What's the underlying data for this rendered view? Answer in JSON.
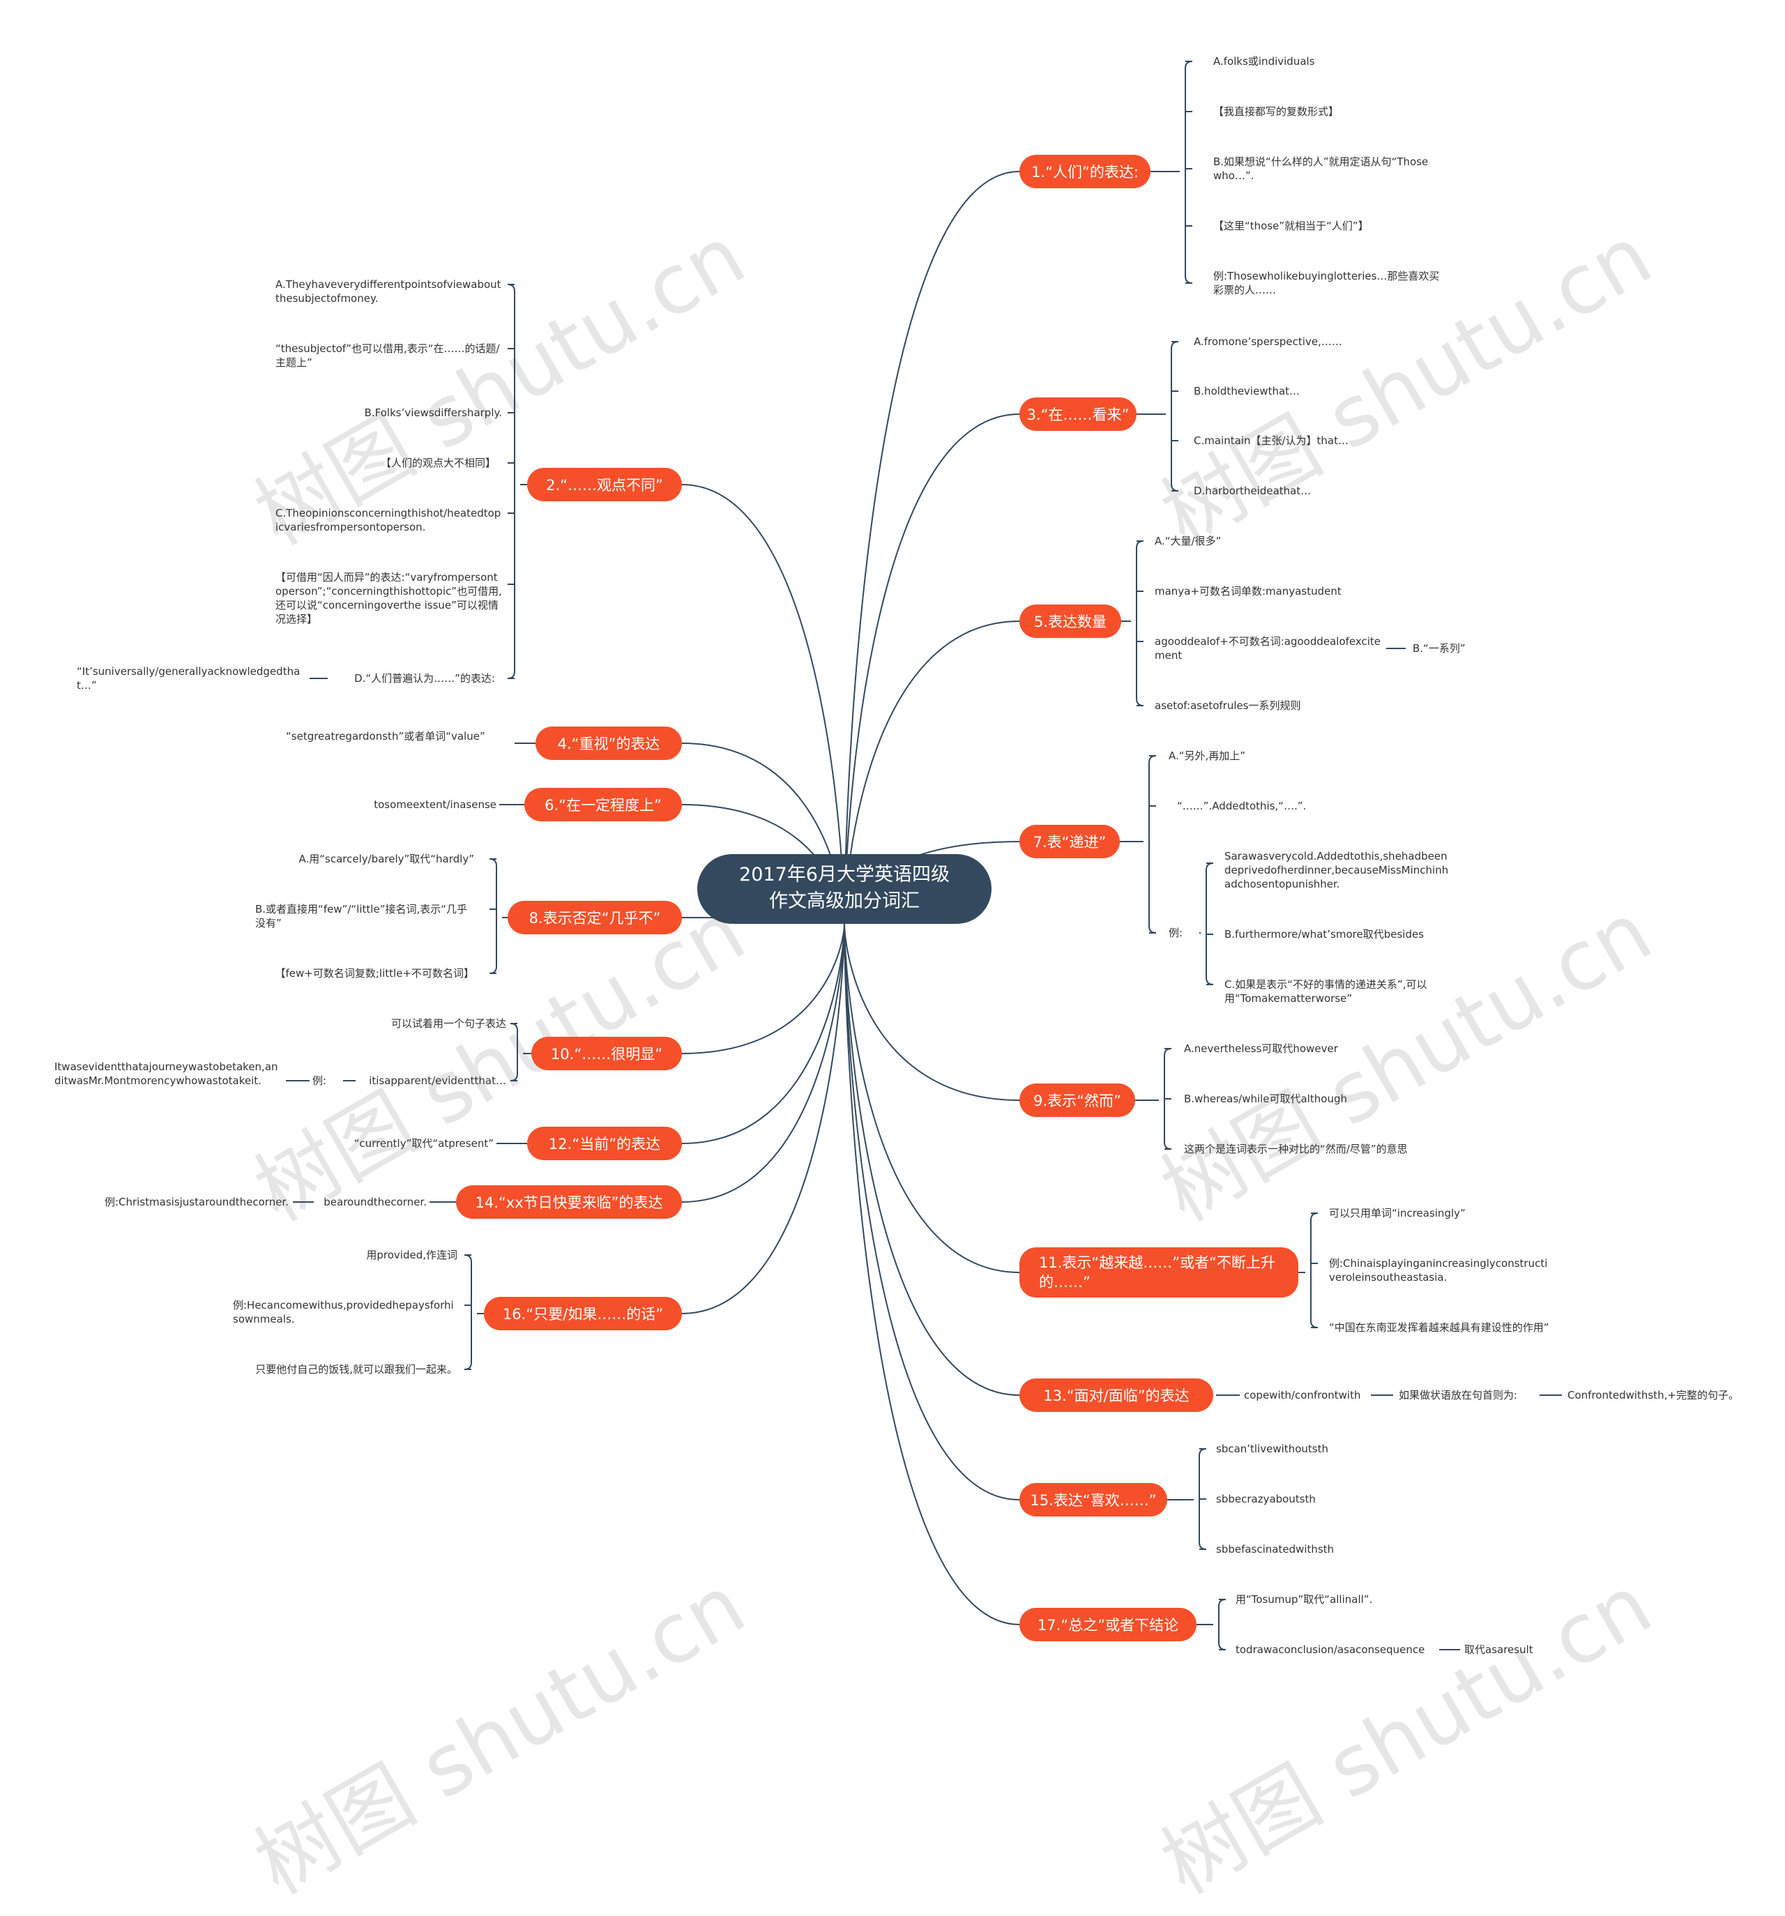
{
  "root": {
    "line1": "2017年6月大学英语四级",
    "line2": "作文高级加分词汇"
  },
  "watermark": "树图 shutu.cn",
  "colors": {
    "root": "#34495e",
    "branch": "#f5502a",
    "line": "#34495e",
    "leaf_text": "#333333"
  },
  "branches": [
    {
      "label": "1.“人们”的表达:",
      "children": [
        "A.folks或individuals",
        "【我直接都写的复数形式】",
        "B.如果想说“什么样的人”就用定语从句“Thosewho…”.",
        "【这里“those”就相当于“人们”】",
        "例:Thosewholikebuyinglotteries…那些喜欢买彩票的人……"
      ]
    },
    {
      "label": "2.“……观点不同”",
      "children": [
        "A.Theyhaveverydifferentpointsofviewaboutthesubjectofmoney.",
        "“thesubjectof”也可以借用,表示“在……的话题/主题上”",
        "B.Folks’viewsdiffersharply.",
        "【人们的观点大不相同】",
        "C.Theopinionsconcerningthishot/heatedtopicvariesfrompersontoperson.",
        "【可借用“因人而异”的表达:“varyfrompersontoperson”;“concerningthishottopic”也可借用,还可以说“concerningoverthe issue”可以视情况选择】",
        "D.“人们普遍认为……”的表达:",
        "“It’suniversally/generallyacknowledgedthat…”"
      ]
    },
    {
      "label": "3.“在……看来”",
      "children": [
        "A.fromone’sperspective,……",
        "B.holdtheviewthat…",
        "C.maintain【主张/认为】that…",
        "D.harbortheideathat…"
      ]
    },
    {
      "label": "4.“重视”的表达",
      "children": [
        "“setgreatregardonsth”或者单词“value”"
      ]
    },
    {
      "label": "5.表达数量",
      "children": [
        "A.“大量/很多”",
        "manya+可数名词单数:manyastudent",
        "agooddealof+不可数名词:agooddealofexcitement",
        "B.“一系列”",
        "asetof:asetofrules一系列规则"
      ]
    },
    {
      "label": "6.“在一定程度上”",
      "children": [
        "tosomeextent/inasense"
      ]
    },
    {
      "label": "7.表“递进”",
      "children": [
        "A.“另外,再加上”",
        "“……”.Addedtothis,“….”.",
        "例:",
        "Sarawasverycold.Addedtothis,shehadbeendeprivedofherdinner,becauseMissMinchinhadchosentopunishher.",
        "B.furthermore/what’smore取代besides",
        "C.如果是表示“不好的事情的递进关系”,可以用“Tomakematterworse”"
      ]
    },
    {
      "label": "8.表示否定“几乎不”",
      "children": [
        "A.用“scarcely/barely”取代“hardly”",
        "B.或者直接用“few”/“little”接名词,表示“几乎没有”",
        "【few+可数名词复数;little+不可数名词】"
      ]
    },
    {
      "label": "9.表示“然而”",
      "children": [
        "A.nevertheless可取代however",
        "B.whereas/while可取代although",
        "这两个是连词表示一种对比的“然而/尽管”的意思"
      ]
    },
    {
      "label": "10.“……很明显”",
      "children": [
        "可以试着用一个句子表达",
        "itisapparent/evidentthat…",
        "例:",
        "Itwasevidentthatajourneywastobetaken,anditwasMr.Montmorencywhowastotakeit."
      ]
    },
    {
      "label": "11.表示“越来越……”或者“不断上升的……”",
      "children": [
        "可以只用单词“increasingly”",
        "例:Chinaisplayinganincreasinglyconstructiveroleinsoutheastasia.",
        "“中国在东南亚发挥着越来越具有建设性的作用”"
      ]
    },
    {
      "label": "12.“当前”的表达",
      "children": [
        "“currently”取代“atpresent”"
      ]
    },
    {
      "label": "13.“面对/面临”的表达",
      "children": [
        "copewith/confrontwith",
        "如果做状语放在句首则为:",
        "Confrontedwithsth,+完整的句子。"
      ]
    },
    {
      "label": "14.“xx节日快要来临”的表达",
      "children": [
        "bearoundthecorner.",
        "例:Christmasisjustaroundthecorner."
      ]
    },
    {
      "label": "15.表达“喜欢……”",
      "children": [
        "sbcan’tlivewithoutsth",
        "sbbecrazyaboutsth",
        "sbbefascinatedwithsth"
      ]
    },
    {
      "label": "16.“只要/如果……的话”",
      "children": [
        "用provided,作连词",
        "例:Hecancomewithus,providedhepaysforhisownmeals.",
        "只要他付自己的饭钱,就可以跟我们一起来。"
      ]
    },
    {
      "label": "17.“总之”或者下结论",
      "children": [
        "用“Tosumup”取代“allinall”.",
        "todrawaconclusion/asaconsequence",
        "取代asaresult"
      ]
    }
  ]
}
